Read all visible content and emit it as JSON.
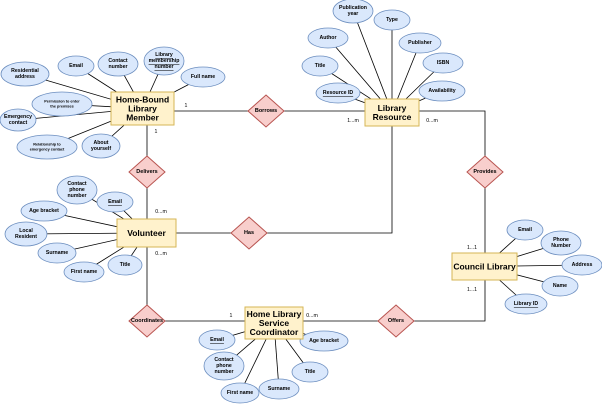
{
  "entities": {
    "member": {
      "lines": [
        "Home-Bound",
        "Library",
        "Member"
      ]
    },
    "resource": {
      "lines": [
        "Library",
        "Resource"
      ]
    },
    "volunteer": {
      "lines": [
        "Volunteer"
      ]
    },
    "council": {
      "lines": [
        "Council Library"
      ]
    },
    "coordinator": {
      "lines": [
        "Home Library",
        "Service",
        "Coordinator"
      ]
    }
  },
  "relationships": {
    "borrows": "Borrows",
    "delivers": "Delivers",
    "has": "Has",
    "provides": "Provides",
    "coordinates": "Coordinates",
    "offers": "Offers"
  },
  "cardinalities": {
    "member_borrows": "1",
    "resource_borrows": "1...m",
    "resource_provides": "0...m",
    "member_delivers": "1",
    "volunteer_delivers": "0...m",
    "volunteer_coordinates": "0...m",
    "coordinator_coordinates": "1",
    "coordinator_offers": "0...m",
    "council_provides": "1...1",
    "council_offers": "1...1"
  },
  "attributes": {
    "member": [
      {
        "lines": [
          "Residential",
          "address"
        ]
      },
      {
        "lines": [
          "Email"
        ]
      },
      {
        "lines": [
          "Contact",
          "number"
        ]
      },
      {
        "lines": [
          "Library",
          "membership",
          "number"
        ],
        "key": true
      },
      {
        "lines": [
          "Full name"
        ]
      },
      {
        "lines": [
          "Permission to enter",
          "the premises"
        ],
        "small": true
      },
      {
        "lines": [
          "Emergency",
          "contact"
        ]
      },
      {
        "lines": [
          "Relationship to",
          "emergency contact"
        ],
        "small": true
      },
      {
        "lines": [
          "About",
          "yourself"
        ]
      }
    ],
    "resource": [
      {
        "lines": [
          "Publication",
          "year"
        ]
      },
      {
        "lines": [
          "Type"
        ]
      },
      {
        "lines": [
          "Author"
        ]
      },
      {
        "lines": [
          "Publisher"
        ]
      },
      {
        "lines": [
          "Title"
        ]
      },
      {
        "lines": [
          "ISBN"
        ]
      },
      {
        "lines": [
          "Resource ID"
        ],
        "key": true
      },
      {
        "lines": [
          "Availability"
        ]
      }
    ],
    "volunteer": [
      {
        "lines": [
          "Contact",
          "phone",
          "number"
        ]
      },
      {
        "lines": [
          "Email"
        ],
        "key": true
      },
      {
        "lines": [
          "Age bracket"
        ]
      },
      {
        "lines": [
          "Local",
          "Resident"
        ]
      },
      {
        "lines": [
          "Surname"
        ]
      },
      {
        "lines": [
          "First name"
        ]
      },
      {
        "lines": [
          "Title"
        ]
      }
    ],
    "council": [
      {
        "lines": [
          "Email"
        ]
      },
      {
        "lines": [
          "Phone",
          "Number"
        ]
      },
      {
        "lines": [
          "Address"
        ]
      },
      {
        "lines": [
          "Name"
        ]
      },
      {
        "lines": [
          "Library ID"
        ],
        "key": true
      }
    ],
    "coordinator": [
      {
        "lines": [
          "Email"
        ],
        "key": true
      },
      {
        "lines": [
          "Age bracket"
        ]
      },
      {
        "lines": [
          "Contact",
          "phone",
          "number"
        ]
      },
      {
        "lines": [
          "Title"
        ]
      },
      {
        "lines": [
          "First name"
        ]
      },
      {
        "lines": [
          "Surname"
        ]
      }
    ]
  }
}
